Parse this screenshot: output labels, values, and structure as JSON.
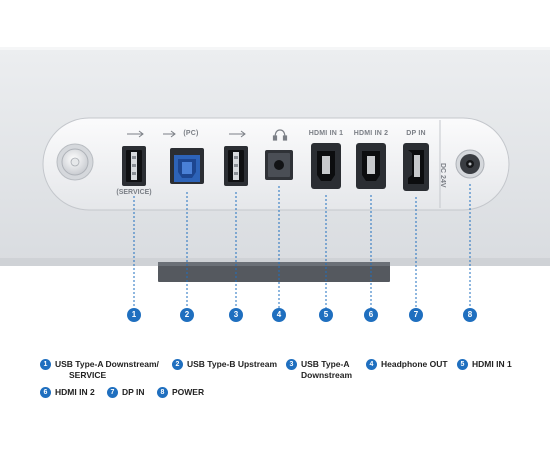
{
  "ports": [
    {
      "number": "1",
      "label": "",
      "sublabel": "(SERVICE)"
    },
    {
      "number": "2",
      "label": "(PC)",
      "sublabel": ""
    },
    {
      "number": "3",
      "label": "",
      "sublabel": ""
    },
    {
      "number": "4",
      "label": "",
      "sublabel": ""
    },
    {
      "number": "5",
      "label": "HDMI IN 1",
      "sublabel": ""
    },
    {
      "number": "6",
      "label": "HDMI IN 2",
      "sublabel": ""
    },
    {
      "number": "7",
      "label": "DP IN",
      "sublabel": ""
    },
    {
      "number": "8",
      "label": "DC 24V",
      "sublabel": ""
    }
  ],
  "legend": [
    {
      "number": "1",
      "text_line1": "USB Type-A Downstream/",
      "text_line2": "SERVICE"
    },
    {
      "number": "2",
      "text_line1": "USB Type-B Upstream",
      "text_line2": ""
    },
    {
      "number": "3",
      "text_line1": "USB Type-A",
      "text_line2": "Downstream"
    },
    {
      "number": "4",
      "text_line1": "Headphone OUT",
      "text_line2": ""
    },
    {
      "number": "5",
      "text_line1": "HDMI IN 1",
      "text_line2": ""
    },
    {
      "number": "6",
      "text_line1": "HDMI IN 2",
      "text_line2": ""
    },
    {
      "number": "7",
      "text_line1": "DP IN",
      "text_line2": ""
    },
    {
      "number": "8",
      "text_line1": "POWER",
      "text_line2": ""
    }
  ],
  "colors": {
    "marker": "#1f6fbf",
    "monitor_body": "#e6e8eb",
    "port_panel": "#f4f5f6",
    "usb_b_port": "#2d63b8",
    "line": "#1f6fbf"
  },
  "icons": [
    "joystick-button-icon",
    "usb-icon",
    "headphone-icon",
    "dc-power-icon"
  ]
}
